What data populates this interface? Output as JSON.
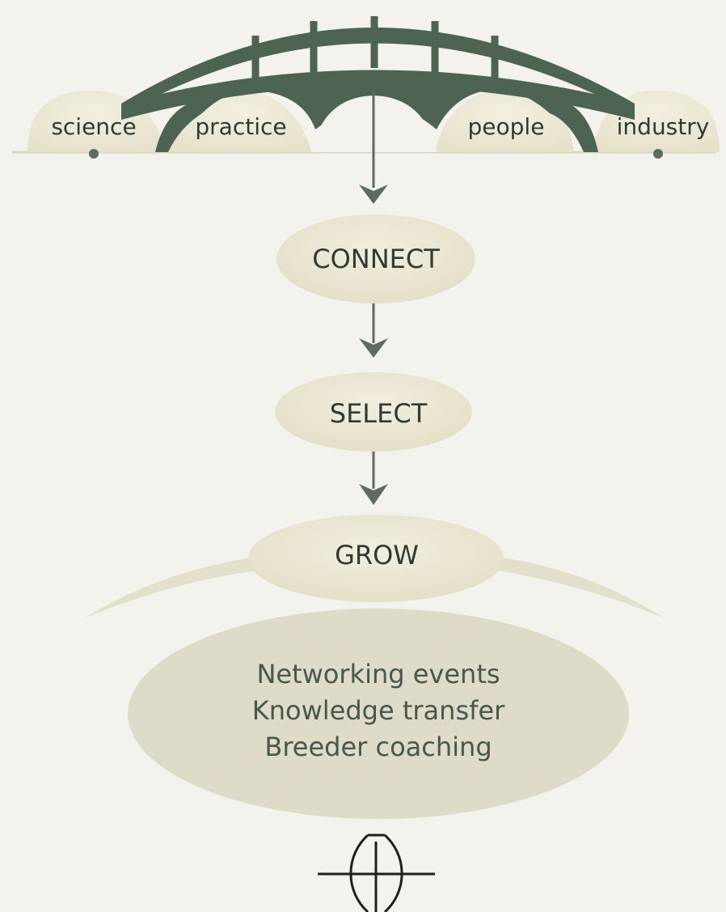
{
  "bridge": {
    "labels": {
      "science": "science",
      "practice": "practice",
      "people": "people",
      "industry": "industry"
    }
  },
  "steps": {
    "connect": "CONNECT",
    "select": "SELECT",
    "grow": "GROW"
  },
  "activities": {
    "line1": "Networking events",
    "line2": "Knowledge transfer",
    "line3": "Breeder coaching"
  },
  "logo": {
    "icon": "monogram-logo-icon"
  },
  "colors": {
    "background": "#f4f2ec",
    "bridge": "#4e6452",
    "pill": "#ece8d6",
    "activities": "#dedbc8",
    "arrow": "#5d6b60",
    "text": "#2f3a33"
  }
}
